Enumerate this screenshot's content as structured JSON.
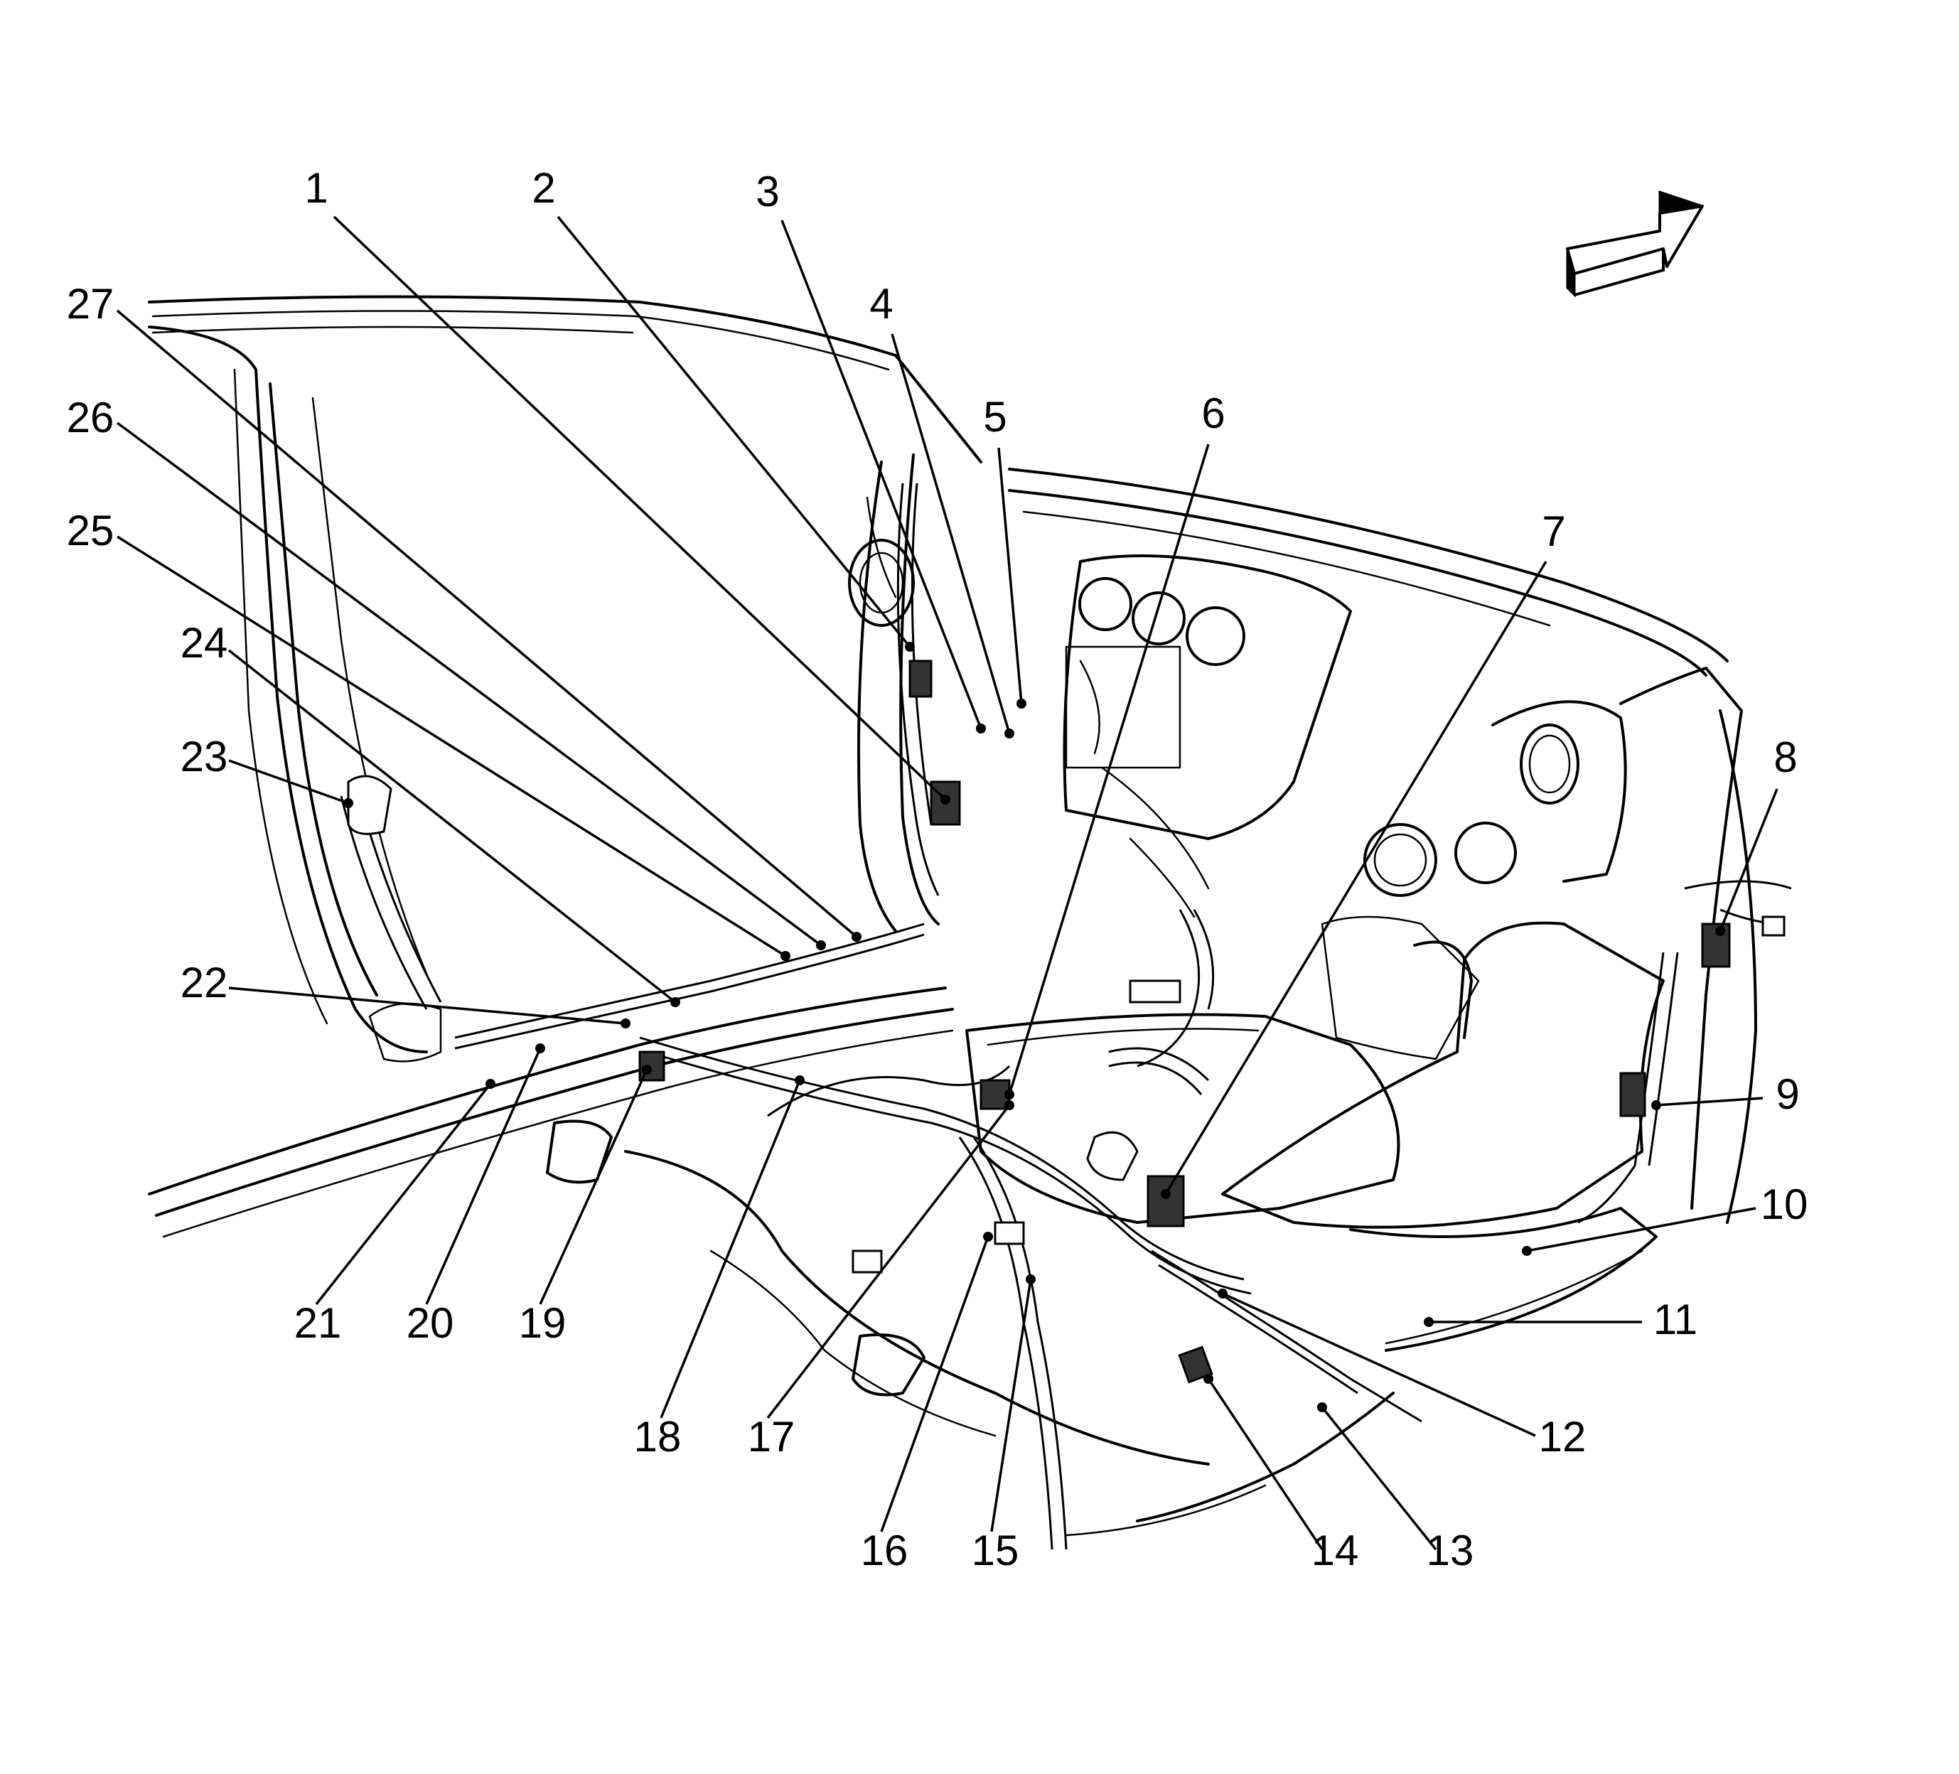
{
  "callouts": [
    {
      "id": "1",
      "text": "1"
    },
    {
      "id": "2",
      "text": "2"
    },
    {
      "id": "3",
      "text": "3"
    },
    {
      "id": "4",
      "text": "4"
    },
    {
      "id": "5",
      "text": "5"
    },
    {
      "id": "6",
      "text": "6"
    },
    {
      "id": "7",
      "text": "7"
    },
    {
      "id": "8",
      "text": "8"
    },
    {
      "id": "9",
      "text": "9"
    },
    {
      "id": "10",
      "text": "10"
    },
    {
      "id": "11",
      "text": "11"
    },
    {
      "id": "12",
      "text": "12"
    },
    {
      "id": "13",
      "text": "13"
    },
    {
      "id": "14",
      "text": "14"
    },
    {
      "id": "15",
      "text": "15"
    },
    {
      "id": "16",
      "text": "16"
    },
    {
      "id": "17",
      "text": "17"
    },
    {
      "id": "18",
      "text": "18"
    },
    {
      "id": "19",
      "text": "19"
    },
    {
      "id": "20",
      "text": "20"
    },
    {
      "id": "21",
      "text": "21"
    },
    {
      "id": "22",
      "text": "22"
    },
    {
      "id": "23",
      "text": "23"
    },
    {
      "id": "24",
      "text": "24"
    },
    {
      "id": "25",
      "text": "25"
    },
    {
      "id": "26",
      "text": "26"
    },
    {
      "id": "27",
      "text": "27"
    }
  ],
  "icons": {
    "front_direction": "front-direction-arrow-icon"
  }
}
